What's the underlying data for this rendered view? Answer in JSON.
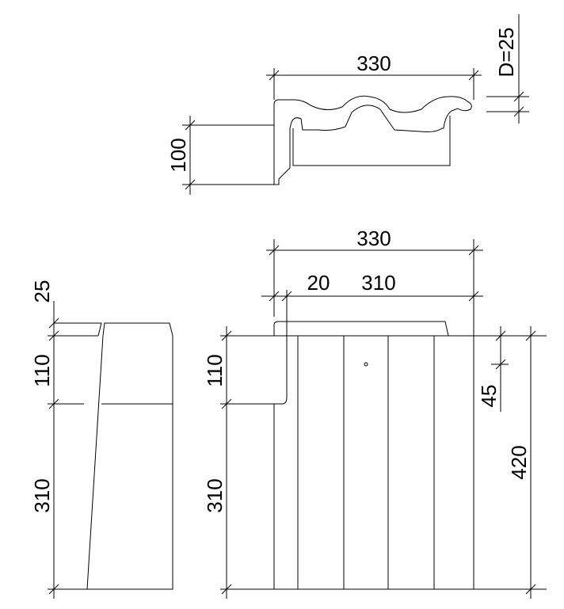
{
  "drawing": {
    "top_view": {
      "width_label": "330",
      "height_label": "100",
      "thickness_label": "D=25"
    },
    "front_view": {
      "total_width_label": "330",
      "offset_label": "20",
      "inner_width_label": "310",
      "top_height_label": "110",
      "bottom_height_label": "310",
      "notch_label": "45",
      "total_height_label": "420"
    },
    "side_view": {
      "top_label": "25",
      "middle_label": "110",
      "bottom_label": "310"
    }
  }
}
